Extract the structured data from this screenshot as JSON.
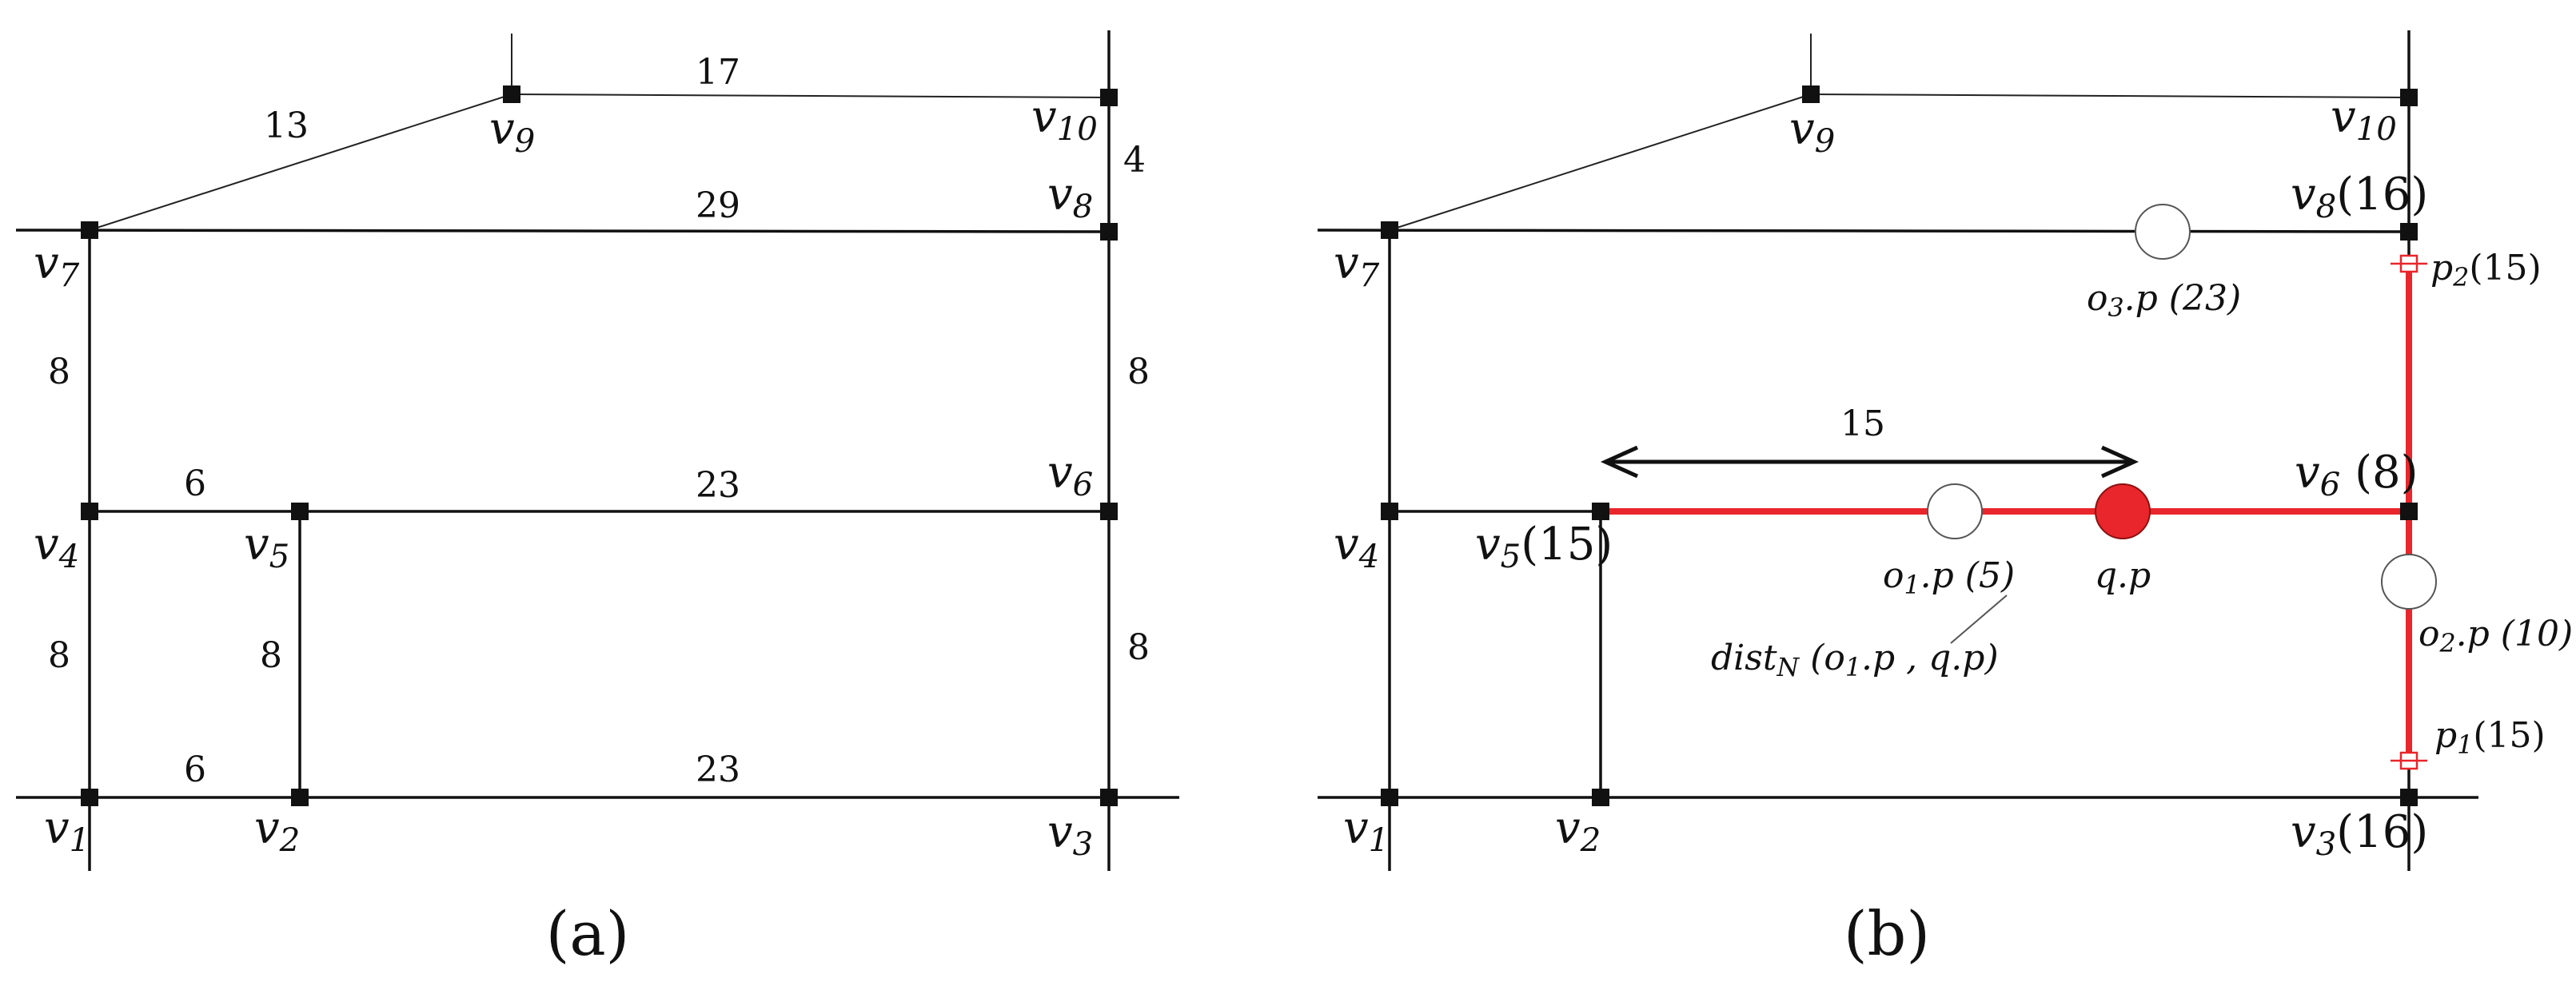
{
  "colors": {
    "ink": "#111111",
    "highlight": "#e8262b",
    "object_fill": "#ffffff",
    "query_fill": "#e8262b"
  },
  "panel_a": {
    "caption": "(a)",
    "vertices": [
      {
        "id": "v1",
        "name": "v",
        "sub": "1"
      },
      {
        "id": "v2",
        "name": "v",
        "sub": "2"
      },
      {
        "id": "v3",
        "name": "v",
        "sub": "3"
      },
      {
        "id": "v4",
        "name": "v",
        "sub": "4"
      },
      {
        "id": "v5",
        "name": "v",
        "sub": "5"
      },
      {
        "id": "v6",
        "name": "v",
        "sub": "6"
      },
      {
        "id": "v7",
        "name": "v",
        "sub": "7"
      },
      {
        "id": "v8",
        "name": "v",
        "sub": "8"
      },
      {
        "id": "v9",
        "name": "v",
        "sub": "9"
      },
      {
        "id": "v10",
        "name": "v",
        "sub": "10"
      }
    ],
    "edge_weights": {
      "v7_v9": "13",
      "v9_v10": "17",
      "v10_v8": "4",
      "v7_v8": "29",
      "v7_v4": "8",
      "v8_v6": "8",
      "v4_v5": "6",
      "v5_v6": "23",
      "v4_v1": "8",
      "v5_v2": "8",
      "v6_v3": "8",
      "v1_v2": "6",
      "v2_v3": "23"
    }
  },
  "panel_b": {
    "caption": "(b)",
    "vertices": [
      {
        "id": "v1",
        "name": "v",
        "sub": "1",
        "extra": ""
      },
      {
        "id": "v2",
        "name": "v",
        "sub": "2",
        "extra": ""
      },
      {
        "id": "v3",
        "name": "v",
        "sub": "3",
        "extra": "(16)"
      },
      {
        "id": "v4",
        "name": "v",
        "sub": "4",
        "extra": ""
      },
      {
        "id": "v5",
        "name": "v",
        "sub": "5",
        "extra": "(15)"
      },
      {
        "id": "v6",
        "name": "v",
        "sub": "6",
        "extra": " (8)"
      },
      {
        "id": "v7",
        "name": "v",
        "sub": "7",
        "extra": ""
      },
      {
        "id": "v8",
        "name": "v",
        "sub": "8",
        "extra": "(16)"
      },
      {
        "id": "v9",
        "name": "v",
        "sub": "9",
        "extra": ""
      },
      {
        "id": "v10",
        "name": "v",
        "sub": "10",
        "extra": ""
      }
    ],
    "objects": [
      {
        "id": "o1",
        "name": "o",
        "sub": "1",
        "suffix": ".p (5)"
      },
      {
        "id": "o2",
        "name": "o",
        "sub": "2",
        "suffix": ".p (10)"
      },
      {
        "id": "o3",
        "name": "o",
        "sub": "3",
        "suffix": ".p (23)"
      }
    ],
    "query": {
      "label": "q.p"
    },
    "points": [
      {
        "id": "p1",
        "name": "p",
        "sub": "1",
        "suffix": "(15)"
      },
      {
        "id": "p2",
        "name": "p",
        "sub": "2",
        "suffix": "(15)"
      }
    ],
    "range_arrow_label": "15",
    "dist_label": {
      "name": "dist",
      "sub": "N",
      "suffix": " (o",
      "sub2": "1",
      "tail": ".p , q.p)"
    }
  }
}
